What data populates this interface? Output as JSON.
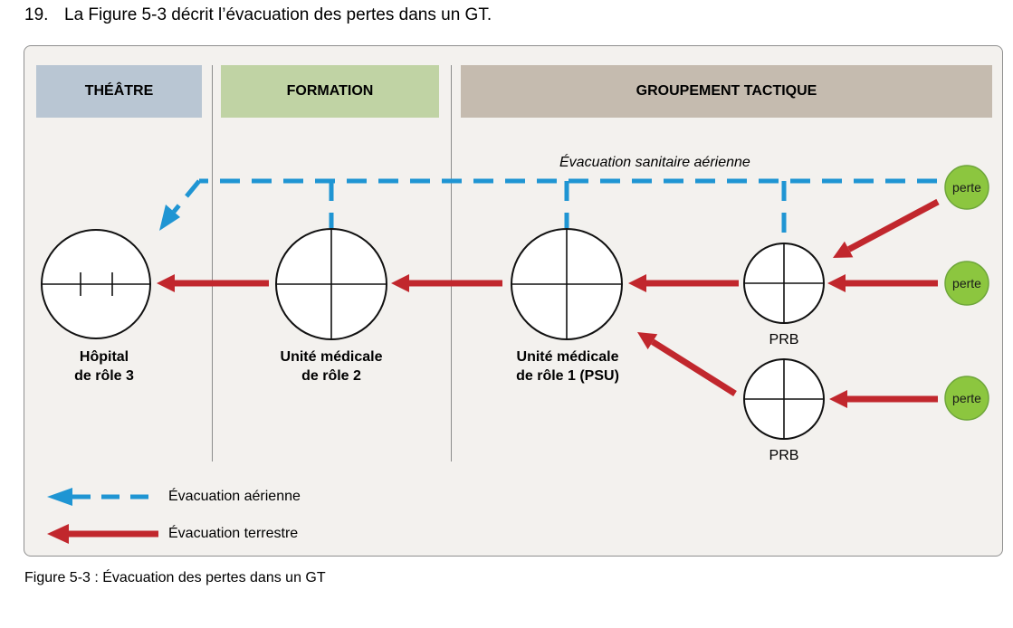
{
  "intro": {
    "number": "19.",
    "text": "La Figure 5-3 décrit l’évacuation des pertes dans un GT."
  },
  "headers": {
    "theatre": "THÉÂTRE",
    "formation": "FORMATION",
    "gt": "GROUPEMENT TACTIQUE"
  },
  "air_evac_label": "Évacuation sanitaire aérienne",
  "nodes": {
    "role3": {
      "line1": "Hôpital",
      "line2": "de rôle 3"
    },
    "role2": {
      "line1": "Unité médicale",
      "line2": "de rôle 2"
    },
    "role1": {
      "line1": "Unité médicale",
      "line2": "de rôle 1 (PSU)"
    },
    "prb_top": "PRB",
    "prb_bottom": "PRB"
  },
  "casualties": [
    "perte",
    "perte",
    "perte"
  ],
  "legend": {
    "air": "Évacuation aérienne",
    "ground": "Évacuation terrestre"
  },
  "colors": {
    "air": "#1f95d3",
    "ground": "#c1272d",
    "casualty": "#8cc63f"
  },
  "caption": "Figure 5-3 : Évacuation des pertes dans un GT"
}
